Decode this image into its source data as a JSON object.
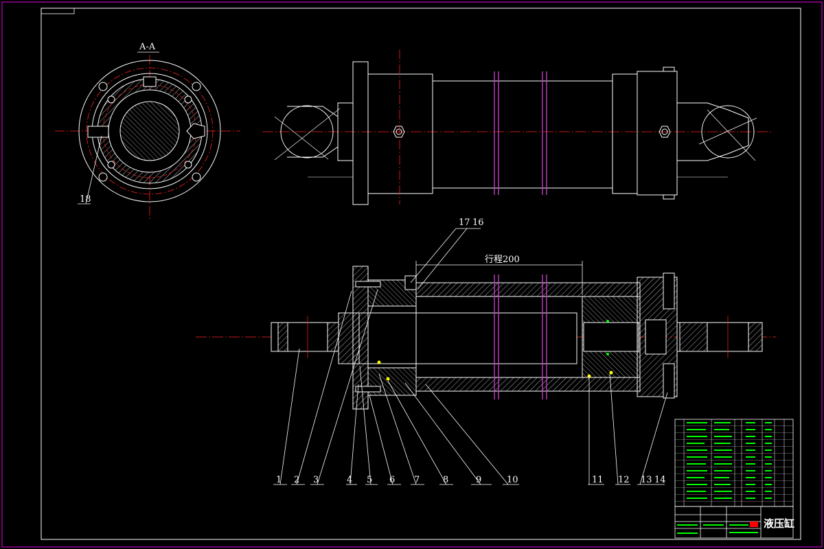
{
  "drawing": {
    "colors": {
      "background": "#000000",
      "frame": "#c000c0",
      "outline": "#ffffff",
      "centerline": "#ff2020",
      "hatch": "#ffffff",
      "rod_marks": "#c040c0",
      "table_text": "#00ff00",
      "dimension": "#ffffff"
    },
    "section_view": {
      "title": "A-A",
      "balloon": "18"
    },
    "stroke_dimension": "行程200",
    "callouts_top": [
      "17",
      "16"
    ],
    "callouts_bottom": [
      "1",
      "2",
      "3",
      "4",
      "5",
      "6",
      "7",
      "8",
      "9",
      "10",
      "11",
      "12",
      "13",
      "14"
    ],
    "title_block": {
      "name": "液压缸"
    }
  }
}
